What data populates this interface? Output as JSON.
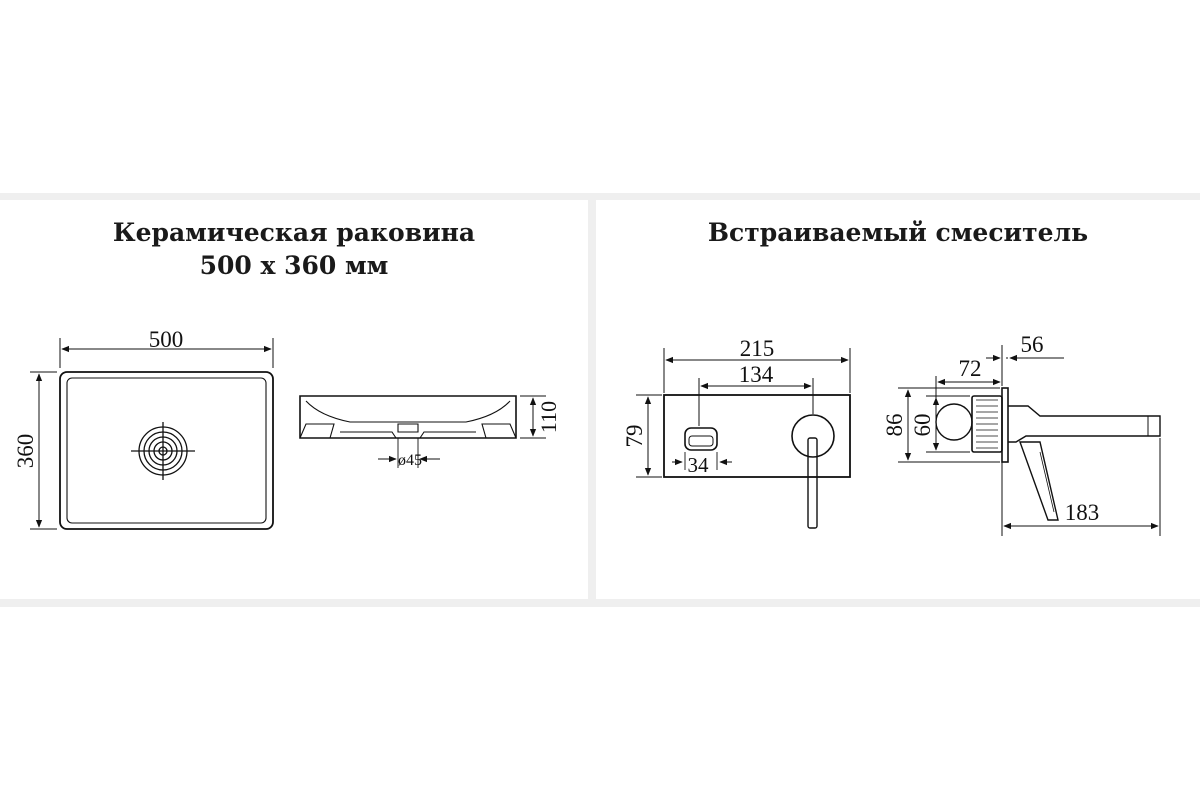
{
  "left_panel": {
    "title_line1": "Керамическая раковина",
    "title_line2": "500 х 360 мм",
    "dims": {
      "width": "500",
      "depth": "360",
      "height": "110",
      "drain": "ø45"
    }
  },
  "right_panel": {
    "title": "Встраиваемый смеситель",
    "dims": {
      "plate_width": "215",
      "center_distance": "134",
      "plate_height": "79",
      "spout_offset": "34",
      "depth_56": "56",
      "depth_72": "72",
      "flange_86": "86",
      "flange_60": "60",
      "spout_length": "183"
    }
  },
  "colors": {
    "background": "#ffffff",
    "separator": "#efefef",
    "line": "#111111"
  }
}
